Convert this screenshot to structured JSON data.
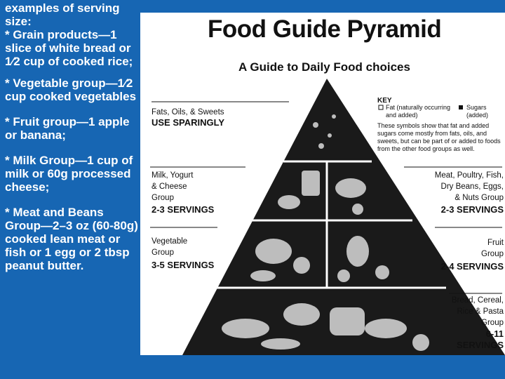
{
  "left_text": {
    "intro": "examples of serving size:",
    "grain": "* Grain products—1 slice of white bread or 1⁄2 cup of cooked rice;",
    "vegetable": "* Vegetable group—1⁄2 cup cooked vegetables",
    "fruit": "* Fruit group—1 apple or banana;",
    "milk": "* Milk Group—1 cup of milk or 60g processed cheese;",
    "meat": "* Meat and Beans Group—2–3 oz (60-80g) cooked lean meat or fish or 1 egg or 2 tbsp peanut butter."
  },
  "pyramid": {
    "title": "Food Guide Pyramid",
    "subtitle": "A Guide to Daily Food choices",
    "key": {
      "heading": "KEY",
      "fat_label": "Fat (naturally occurring and added)",
      "sugar_label": "Sugars (added)",
      "note": "These symbols show that fat and added sugars come mostly from fats, oils, and sweets, but can be part of or added to foods from the other food groups as well."
    },
    "fats": {
      "label": "Fats, Oils, & Sweets",
      "servings": "USE SPARINGLY"
    },
    "milk": {
      "label_1": "Milk, Yogurt",
      "label_2": "& Cheese",
      "label_3": "Group",
      "servings": "2-3 SERVINGS"
    },
    "meat": {
      "label_1": "Meat, Poultry, Fish,",
      "label_2": "Dry Beans, Eggs,",
      "label_3": "& Nuts Group",
      "servings": "2-3 SERVINGS"
    },
    "vegetable": {
      "label_1": "Vegetable",
      "label_2": "Group",
      "servings": "3-5 SERVINGS"
    },
    "fruit": {
      "label_1": "Fruit",
      "label_2": "Group",
      "servings": "2-4 SERVINGS"
    },
    "grain": {
      "label_1": "Bread, Cereal,",
      "label_2": "Rice & Pasta",
      "label_3": "Group",
      "label_4": "6-11",
      "servings": "SERVINGS"
    }
  },
  "colors": {
    "background": "#1766b3",
    "panel": "#ffffff",
    "pyramid_fill": "#1a1a1a"
  }
}
